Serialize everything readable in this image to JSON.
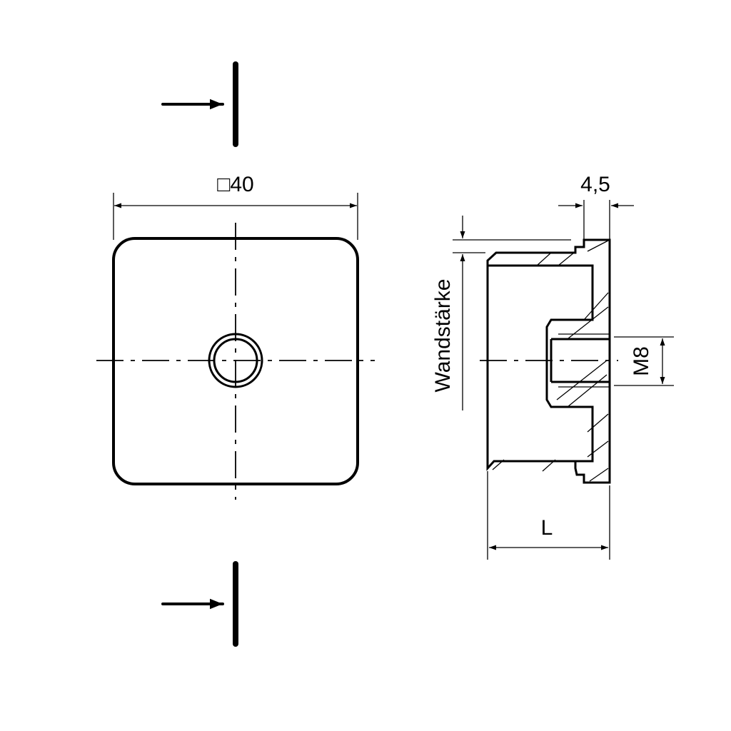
{
  "drawing": {
    "dimensions": {
      "square_size": "□40",
      "flange_thickness": "4,5",
      "thread": "M8",
      "wall_thickness": "Wandstärke",
      "length": "L"
    }
  }
}
